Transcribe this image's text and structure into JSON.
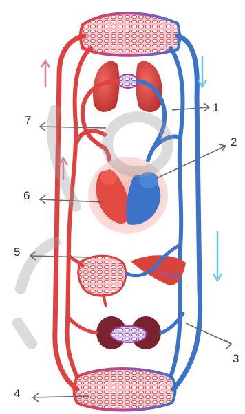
{
  "labels": {
    "l1": "1",
    "l2": "2",
    "l3": "3",
    "l4": "4",
    "l5": "5",
    "l6": "6",
    "l7": "7"
  },
  "colors": {
    "arterial": "#e0413f",
    "venous": "#3a73c8",
    "lung": "#d8443c",
    "flow_pink": "#e27a9a",
    "flow_cyan": "#6fc3e6",
    "watermark": "#9a9a9a"
  }
}
